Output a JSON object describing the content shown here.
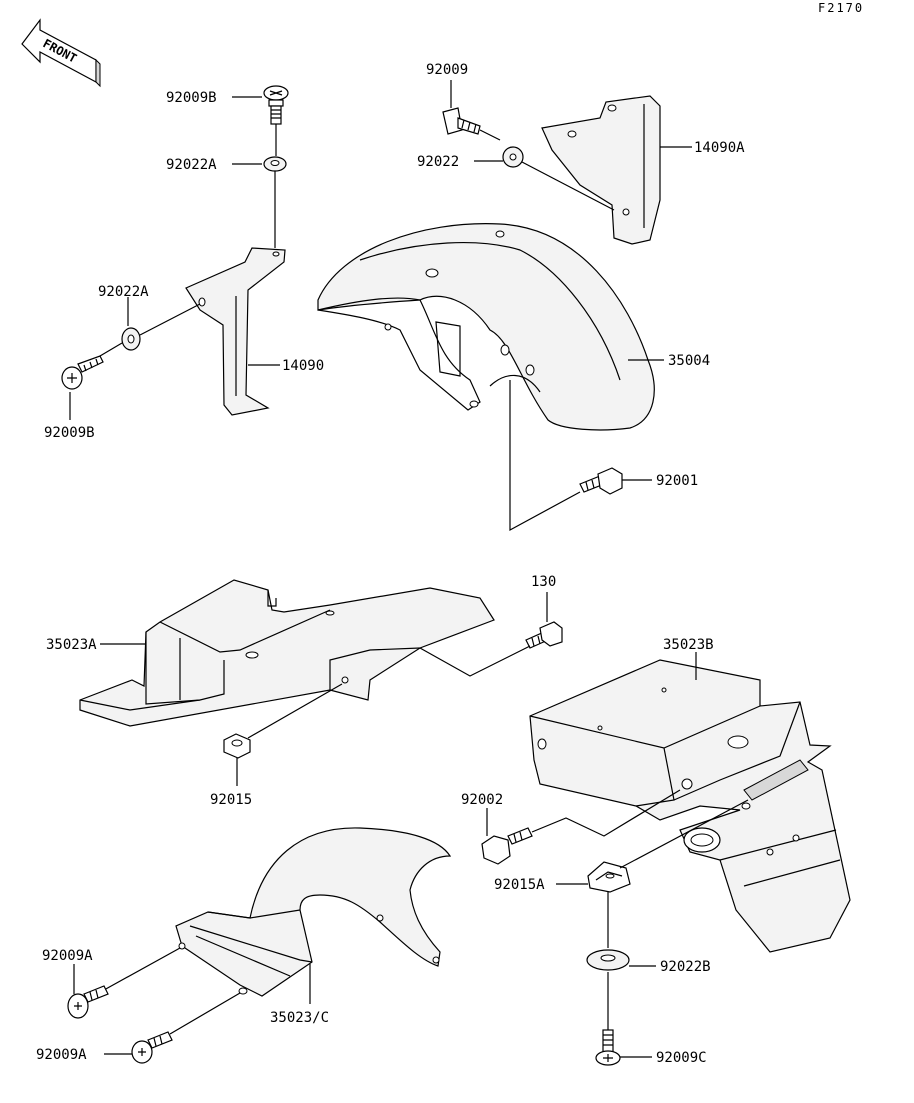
{
  "diagram_code": "F2170",
  "front_label": "FRONT",
  "labels": {
    "p92009B_top": "92009B",
    "p92022A_top": "92022A",
    "p92022A_left": "92022A",
    "p92009B_left": "92009B",
    "p14090": "14090",
    "p92009": "92009",
    "p92022": "92022",
    "p14090A": "14090A",
    "p35004": "35004",
    "p92001": "92001",
    "p130": "130",
    "p35023A": "35023A",
    "p92015": "92015",
    "p35023B": "35023B",
    "p92002": "92002",
    "p92015A": "92015A",
    "p92022B": "92022B",
    "p92009C": "92009C",
    "p92009A_top": "92009A",
    "p92009A_bottom": "92009A",
    "p35023C": "35023/C"
  }
}
